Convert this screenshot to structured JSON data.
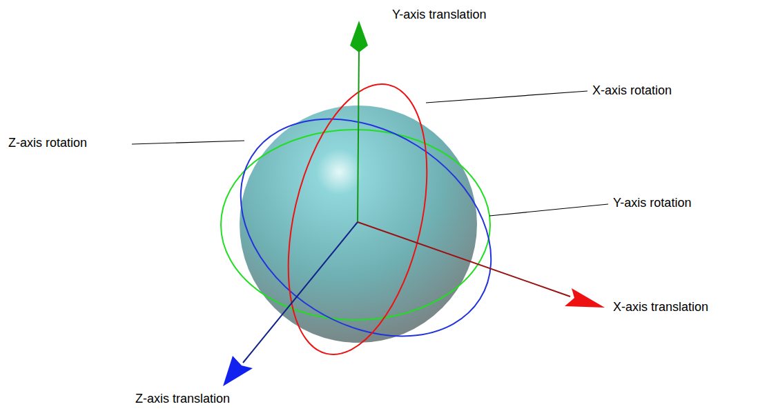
{
  "diagram": {
    "labels": [
      "Y-axis translation",
      "X-axis rotation",
      "Z-axis rotation",
      "Y-axis rotation",
      "X-axis translation",
      "Z-axis translation"
    ]
  }
}
